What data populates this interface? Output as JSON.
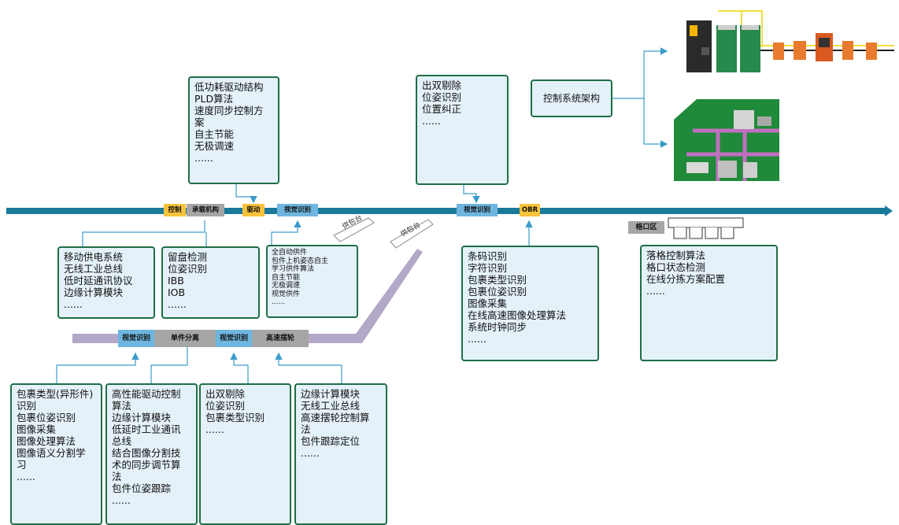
{
  "main_line": {
    "control": "控制",
    "carrier": "承载机构",
    "drive": "驱动",
    "vision_1": "视觉识别",
    "feed_1": "供包台",
    "feed_2": "供包台",
    "vision_2": "视觉识别",
    "obr": "OBR",
    "grid_area": "格口区"
  },
  "lower_line": {
    "vision_a": "视觉识别",
    "single_sep": "单件分离",
    "vision_b": "视觉识别",
    "swing_wheel": "高速摆轮"
  },
  "control_arch": {
    "label": "控制系统架构"
  },
  "boxes": {
    "drive_structure": "低功耗驱动结构\nPLD算法\n速度同步控制方\n案\n自主节能\n无极调速\n......",
    "remove_dup": "出双剔除\n位姿识别\n位置纠正\n......",
    "power": "移动供电系统\n无线工业总线\n低时延通讯协议\n边缘计算模块\n......",
    "detection": "留盘检测\n位姿识别\nIBB\nIOB\n......",
    "feeding": "全自动供件\n包件上机姿态自主\n学习供件算法\n自主节能\n无极调速\n视觉供件\n......",
    "barcode": "条码识别\n字符识别\n包裹类型识别\n包裹位姿识别\n图像采集\n在线高速图像处理算法\n系统时钟同步\n......",
    "grid_ctrl": "落格控制算法\n格口状态检测\n在线分拣方案配置\n......",
    "parcel_type": "包裹类型(异形件)\n识别\n包裹位姿识别\n图像采集\n图像处理算法\n图像语义分割学\n习\n......",
    "high_drive": "高性能驱动控制\n算法\n边缘计算模块\n低延时工业通讯\n总线\n结合图像分割技\n术的同步调节算\n法\n包件位姿跟踪\n......",
    "dup_type": "出双剔除\n位姿识别\n包裹类型识别\n......",
    "edge": "边缘计算模块\n无线工业总线\n高速摆轮控制算\n法\n包件跟踪定位\n......"
  },
  "colors": {
    "main_line": "#1a7a9c",
    "lower_line": "#b4a8c8",
    "box_border": "#1e6e46",
    "box_fill": "#e4f1f8",
    "connector": "#3a9cc9"
  }
}
